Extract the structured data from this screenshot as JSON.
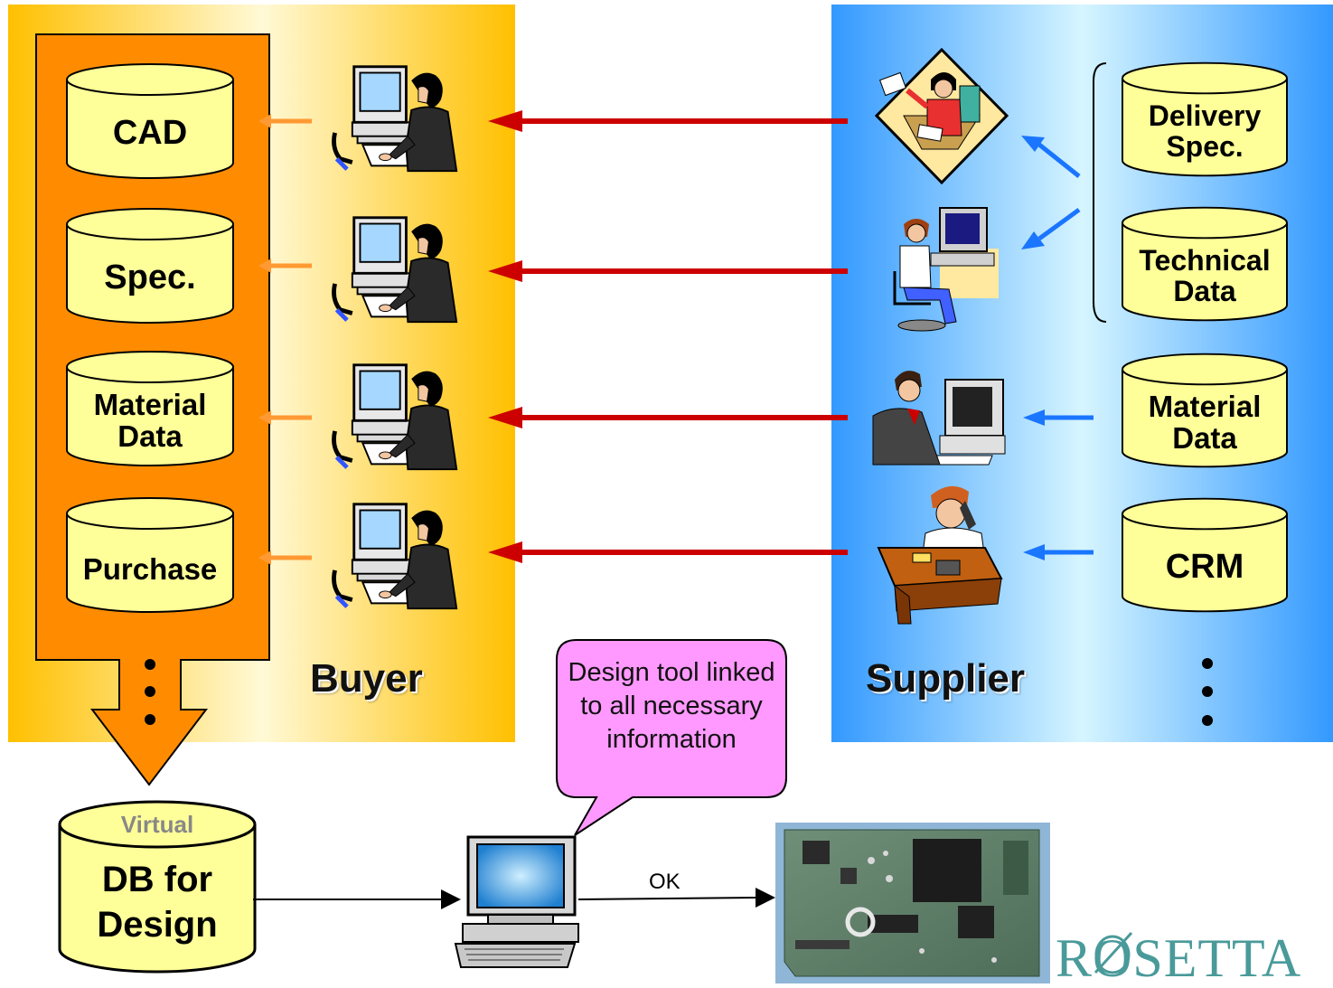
{
  "buyer": {
    "title": "Buyer",
    "databases": [
      "CAD",
      "Spec.",
      "Material Data",
      "Purchase"
    ]
  },
  "supplier": {
    "title": "Supplier",
    "databases": [
      "Delivery Spec.",
      "Technical Data",
      "Material Data",
      "CRM"
    ]
  },
  "virtual_db": {
    "top_label": "Virtual",
    "label": "DB for Design"
  },
  "callout": {
    "text": "Design tool linked to all necessary information"
  },
  "flow": {
    "ok_label": "OK"
  },
  "logo": {
    "text": "ROSETTA"
  },
  "colors": {
    "buyer_bg": "#ffc000",
    "orange_column": "#ff8c00",
    "supplier_bg": "#3399ff",
    "db_fill": "#ffff99",
    "red_arrow": "#cc0000",
    "blue_arrow": "#1a75ff",
    "orange_arrow": "#ff9933",
    "callout_fill": "#ff99ff",
    "logo_color": "#4a9a9a"
  }
}
